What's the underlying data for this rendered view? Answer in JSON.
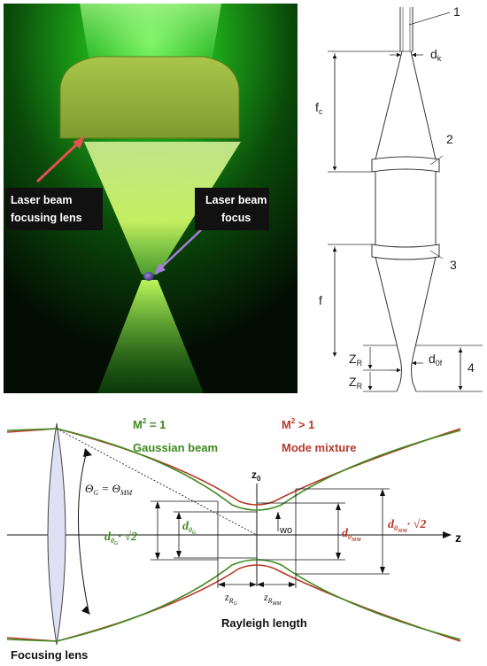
{
  "photo": {
    "lens_label_1": "Laser beam",
    "lens_label_2": "focusing lens",
    "focus_label_1": "Laser beam",
    "focus_label_2": "focus"
  },
  "schematic": {
    "num_1": "1",
    "num_2": "2",
    "num_3": "3",
    "num_4": "4",
    "dk": "d",
    "dk_sub": "k",
    "fc": "f",
    "fc_sub": "c",
    "f": "f",
    "zr1": "Z",
    "zr1_sub": "R",
    "zr2": "Z",
    "zr2_sub": "R",
    "d0f": "d",
    "d0f_sub": "0f"
  },
  "beam": {
    "m2_eq": "M",
    "m2_eq_sup": "2",
    "m2_eq_rest": " = 1",
    "m2_gt": "M",
    "m2_gt_sup": "2",
    "m2_gt_rest": " > 1",
    "gaussian": "Gaussian beam",
    "mode_mixture": "Mode mixture",
    "theta": "Θ",
    "theta_sub_g": "G",
    "theta_eq": " = Θ",
    "theta_sub_mm": "MM",
    "z0": "z",
    "z0_sub": "0",
    "z_axis": "z",
    "w0": "wo",
    "d0g_sqrt": "· √2",
    "d0mm_sqrt": "· √2",
    "zrg": "z",
    "zrg_sub": "R",
    "zrg_subsub": "G",
    "zrmm": "z",
    "zrmm_sub": "R",
    "zrmm_subsub": "MM",
    "rayleigh": "Rayleigh length",
    "focusing_lens": "Focusing lens"
  }
}
